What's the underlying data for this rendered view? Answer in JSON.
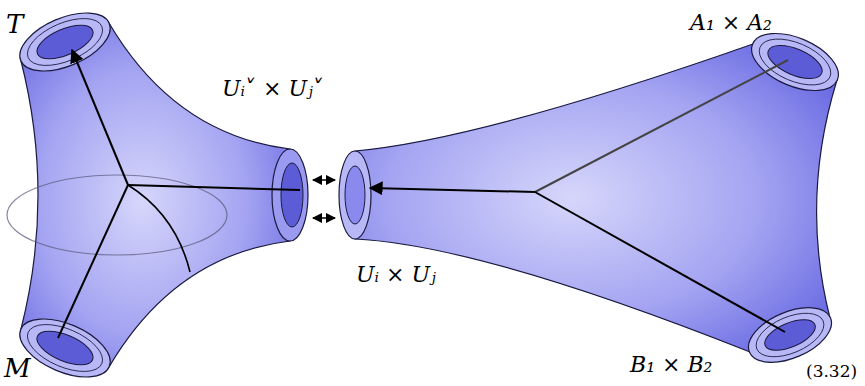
{
  "diagram": {
    "labels": [
      "T",
      "M",
      "Uᵢ˅ × Uⱼ˅",
      "Uᵢ × Uⱼ",
      "A₁ × A₂",
      "B₁ × B₂",
      "(3.32)"
    ]
  }
}
